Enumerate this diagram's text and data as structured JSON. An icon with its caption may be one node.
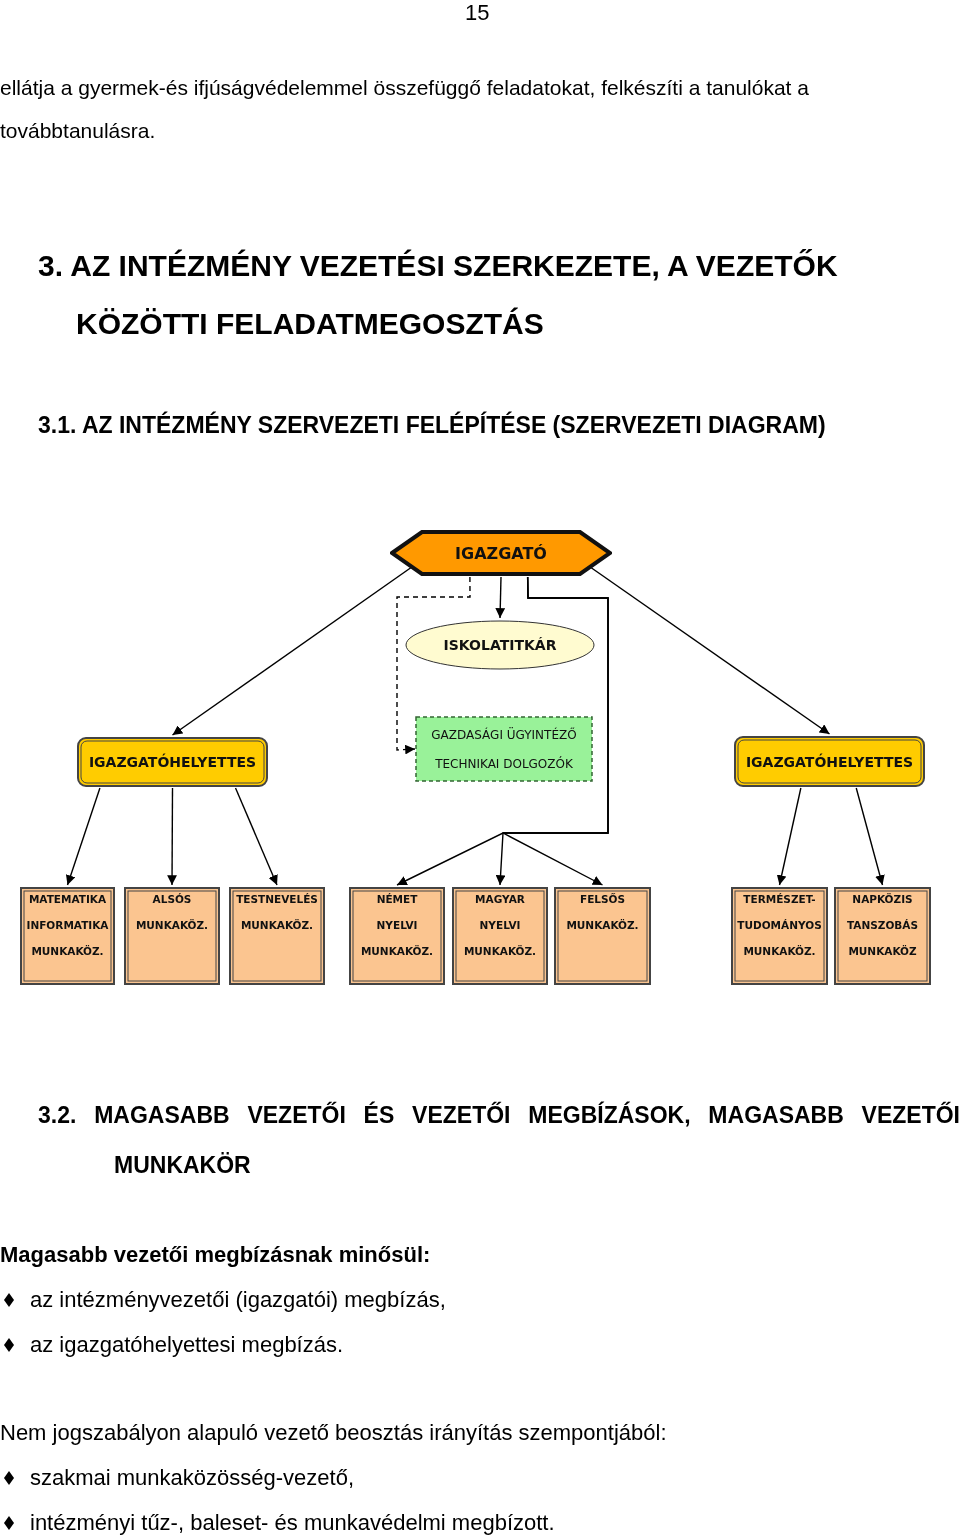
{
  "diagram": {
    "nodes": [
      {
        "text": [
          "IGAZGATÓ"
        ]
      },
      {
        "text": [
          "ISKOLATITKÁR"
        ]
      },
      {
        "text": [
          "IGAZGATÓHELYETTES"
        ]
      },
      {
        "text": [
          "GAZDASÁGI ÜGYINTÉZŐ",
          "TECHNIKAI DOLGOZÓK"
        ]
      },
      {
        "text": [
          "IGAZGATÓHELYETTES"
        ]
      },
      {
        "text": [
          "MATEMATIKA",
          "INFORMATIKA",
          "MUNKAKÖZ."
        ]
      },
      {
        "text": [
          "ALSÓS",
          "MUNKAKÖZ."
        ]
      },
      {
        "text": [
          "TESTNEVELÉS",
          "MUNKAKÖZ."
        ]
      },
      {
        "text": [
          "NÉMET",
          "NYELVI",
          "MUNKAKÖZ."
        ]
      },
      {
        "text": [
          "MAGYAR",
          "NYELVI",
          "MUNKAKÖZ."
        ]
      },
      {
        "text": [
          "FELSŐS",
          "MUNKAKÖZ."
        ]
      },
      {
        "text": [
          "TERMÉSZET-",
          "TUDOMÁNYOS",
          "MUNKAKÖZ."
        ]
      },
      {
        "text": [
          "NAPKÖZIS",
          "TANSZOBÁS",
          "MUNKAKÖZ"
        ]
      }
    ],
    "edges": [
      {
        "from": 0,
        "to": 2,
        "arrow": "to"
      },
      {
        "from": 0,
        "to": 1,
        "arrow": "to"
      },
      {
        "from": 0,
        "to": 3,
        "arrow": "to",
        "style": "dashed"
      },
      {
        "from": 0,
        "to": 4,
        "arrow": "to"
      },
      {
        "from": 0,
        "to": 8,
        "arrow": "to"
      },
      {
        "from": 0,
        "to": 9,
        "arrow": "to"
      },
      {
        "from": 0,
        "to": 10,
        "arrow": "to"
      },
      {
        "from": 2,
        "to": 5,
        "arrow": "to"
      },
      {
        "from": 2,
        "to": 6,
        "arrow": "to"
      },
      {
        "from": 2,
        "to": 7,
        "arrow": "to"
      },
      {
        "from": 4,
        "to": 11,
        "arrow": "to"
      },
      {
        "from": 4,
        "to": 12,
        "arrow": "to"
      }
    ],
    "labels": [
      "15",
      "ellátja a gyermek-és ifjúságvédelemmel összefüggő feladatokat, felkészíti a tanulókat a továbbtanulásra.",
      "3. AZ INTÉZMÉNY VEZETÉSI SZERKEZETE, A VEZETŐK KÖZÖTTI FELADATMEGOSZTÁS",
      "3.1. AZ INTÉZMÉNY SZERVEZETI FELÉPÍTÉSE (SZERVEZETI DIAGRAM)",
      "3.2. MAGASABB VEZETŐI ÉS VEZETŐI MEGBÍZÁSOK, MAGASABB VEZETŐI MUNKAKÖR",
      "Magasabb vezetői megbízásnak minősül:",
      "az intézményvezetői (igazgatói) megbízás,",
      "az igazgatóhelyettesi megbízás.",
      "Nem jogszabályon alapuló vezető beosztás irányítás szempontjából:",
      "szakmai munkaközösség-vezető,",
      "intézményi tűz-, baleset- és munkavédelmi megbízott."
    ]
  }
}
